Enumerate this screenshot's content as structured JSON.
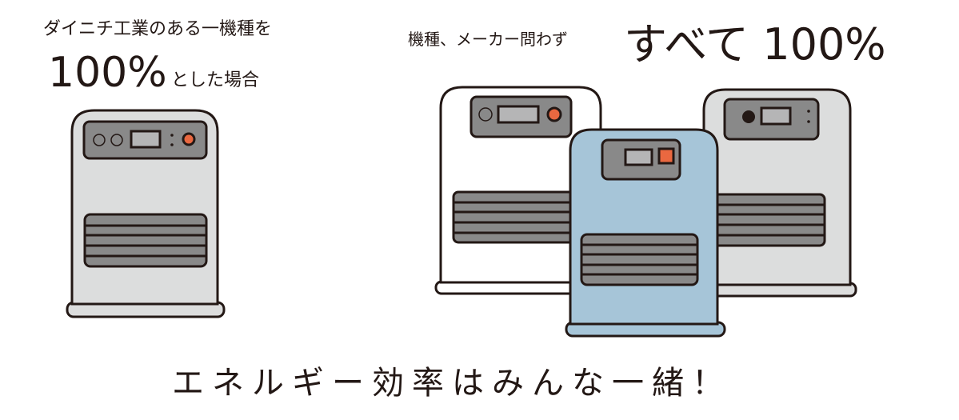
{
  "left_caption": {
    "line1": "ダイニチ工業のある一機種を",
    "percent": "100%",
    "suffix": "とした場合"
  },
  "right_caption": {
    "prefix": "機種、メーカー問わず",
    "emphasis": "すべて 100%"
  },
  "bottom_caption": "エネルギー効率はみんな一緒！",
  "colors": {
    "outline": "#231815",
    "panel": "#898989",
    "display": "#b5b5b6",
    "accent_orange": "#ea6840",
    "heater_gray": "#dcdddd",
    "heater_white": "#ffffff",
    "heater_blue": "#a6c5d8"
  }
}
